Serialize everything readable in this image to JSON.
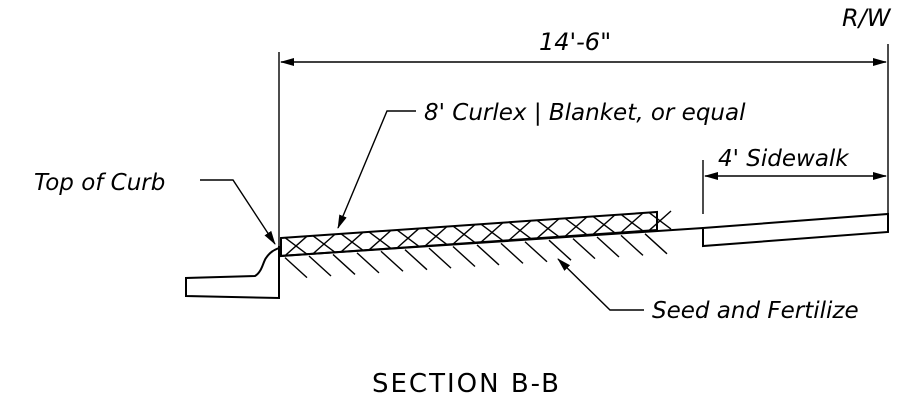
{
  "labels": {
    "row": "R/W",
    "width": "14'-6\"",
    "blanket": "8' Curlex | Blanket, or equal",
    "sidewalk": "4' Sidewalk",
    "curb": "Top of Curb",
    "seed": "Seed and Fertilize",
    "section": "SECTION B-B"
  }
}
